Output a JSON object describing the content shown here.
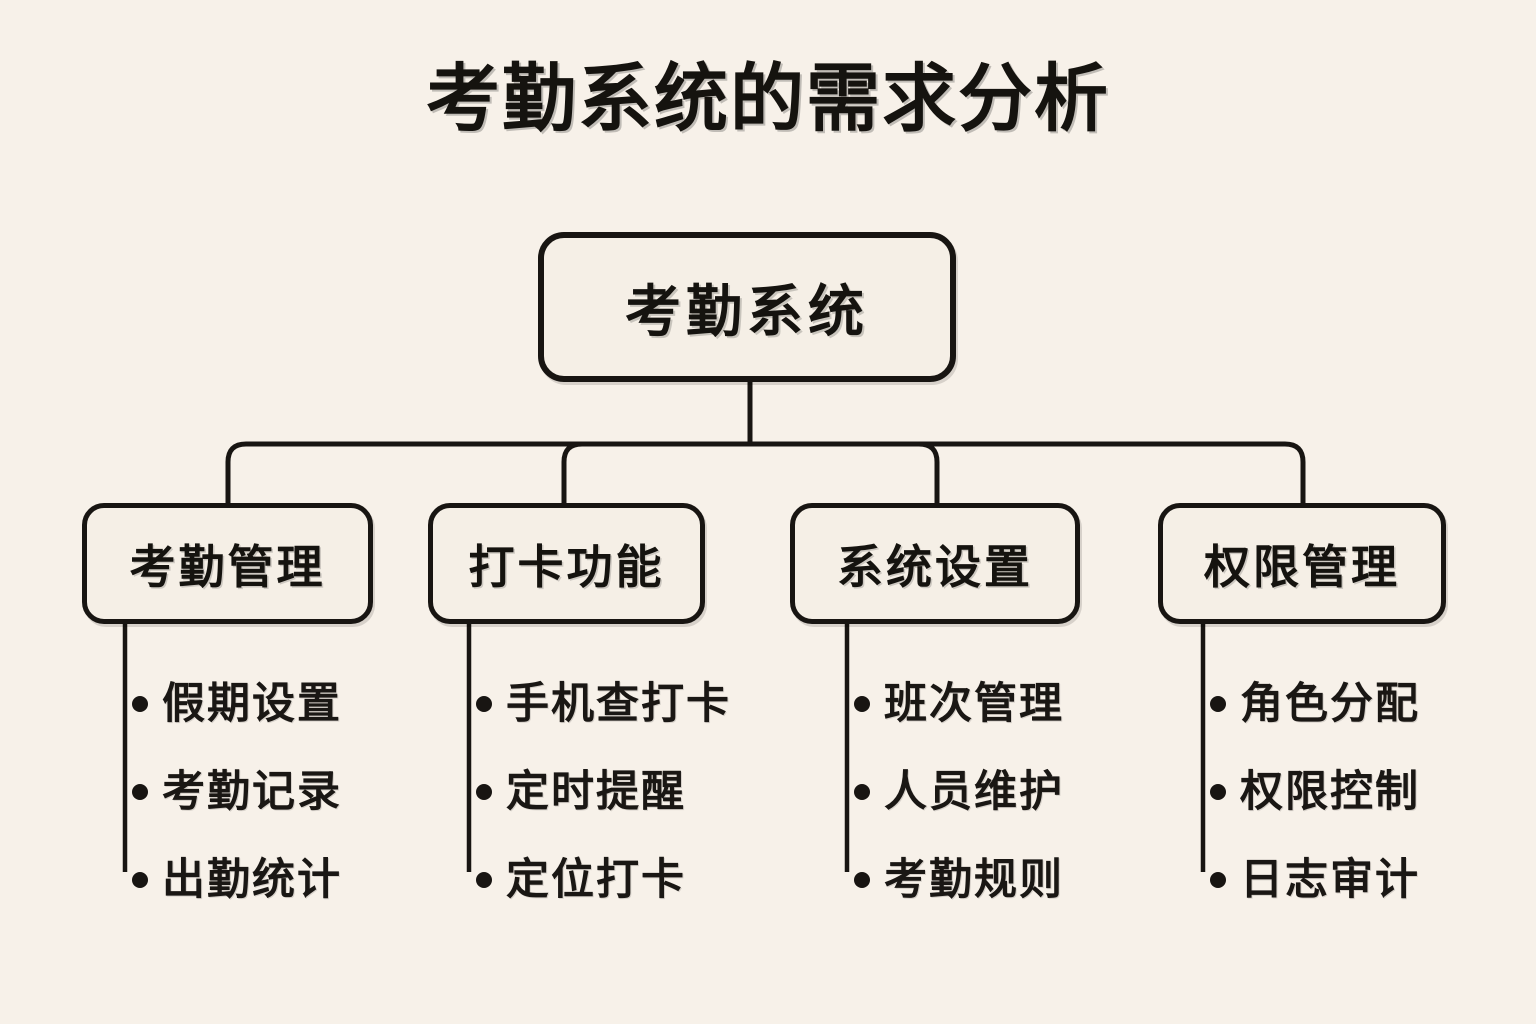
{
  "diagram": {
    "title": "考勤系统的需求分析",
    "root": {
      "label": "考勤系统"
    },
    "background_color": "#f7f1e9",
    "line_color": "#181512",
    "box_fill_color": "#f5efe6",
    "branches": [
      {
        "label": "考勤管理",
        "leaves": [
          {
            "label": "假期设置"
          },
          {
            "label": "考勤记录"
          },
          {
            "label": "出勤统计"
          }
        ]
      },
      {
        "label": "打卡功能",
        "leaves": [
          {
            "label": "手机查打卡"
          },
          {
            "label": "定时提醒"
          },
          {
            "label": "定位打卡"
          }
        ]
      },
      {
        "label": "系统设置",
        "leaves": [
          {
            "label": "班次管理"
          },
          {
            "label": "人员维护"
          },
          {
            "label": "考勤规则"
          }
        ]
      },
      {
        "label": "权限管理",
        "leaves": [
          {
            "label": "角色分配"
          },
          {
            "label": "权限控制"
          },
          {
            "label": "日志审计"
          }
        ]
      }
    ]
  }
}
